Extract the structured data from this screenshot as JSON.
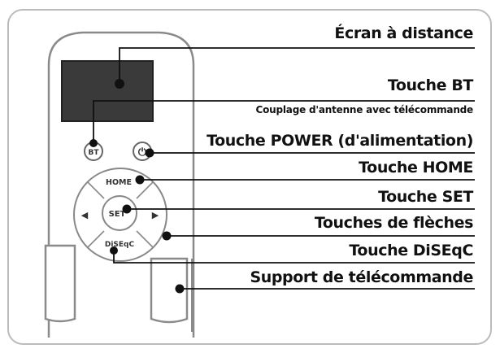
{
  "diagram": {
    "labels": [
      {
        "id": "screen",
        "text": "Écran à distance"
      },
      {
        "id": "bt",
        "text": "Touche BT"
      },
      {
        "id": "bt_sub",
        "text": "Couplage d'antenne avec télécommande"
      },
      {
        "id": "power",
        "text": "Touche POWER (d'alimentation)"
      },
      {
        "id": "home",
        "text": "Touche HOME"
      },
      {
        "id": "set",
        "text": "Touche SET"
      },
      {
        "id": "arrows",
        "text": "Touches de flèches"
      },
      {
        "id": "diseqc",
        "text": "Touche DiSEqC"
      },
      {
        "id": "support",
        "text": "Support de télécommande"
      }
    ],
    "keys": {
      "bt": "BT",
      "home": "HOME",
      "set": "SET",
      "diseqc": "DiSEqC",
      "arrow_left": "◀",
      "arrow_right": "▶",
      "power_symbol": "⏻"
    }
  },
  "colors": {
    "line": "#111111",
    "device": "#777777",
    "frame": "#bbbbbb",
    "screen": "#3a3a3a"
  }
}
